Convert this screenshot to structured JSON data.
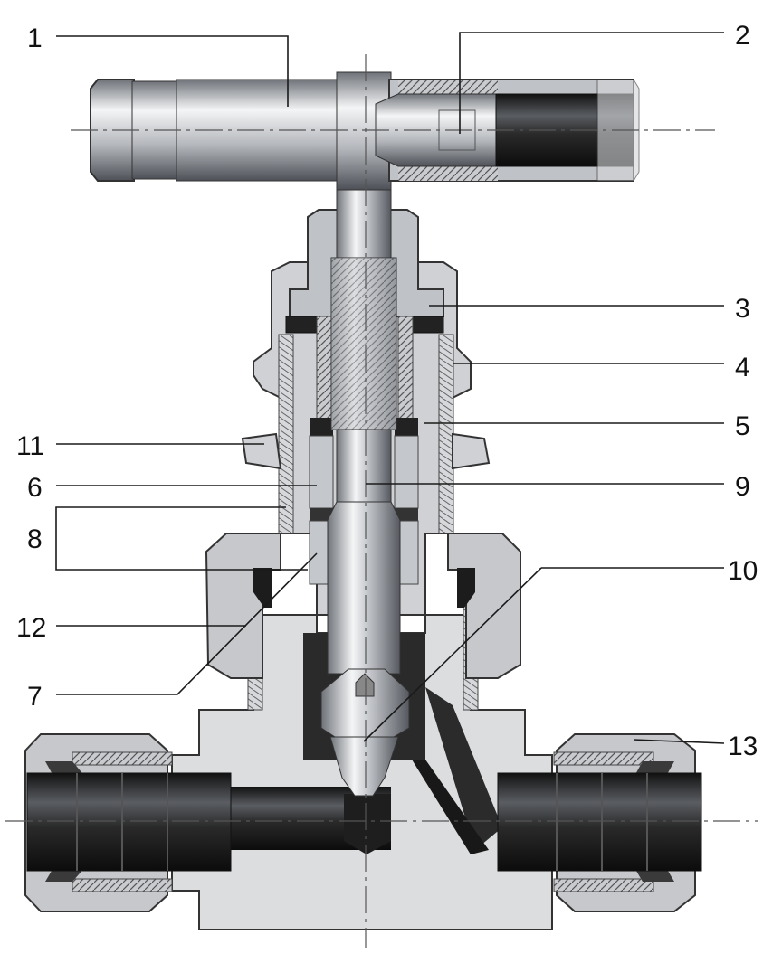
{
  "labels": {
    "p1": "1",
    "p2": "2",
    "p3": "3",
    "p4": "4",
    "p5": "5",
    "p6": "6",
    "p7": "7",
    "p8": "8",
    "p9": "9",
    "p10": "10",
    "p11": "11",
    "p12": "12",
    "p13": "13"
  },
  "colors": {
    "body": "#dcdddf",
    "steel_dark": "#2b2b2b",
    "steel_mid": "#9a9da3",
    "steel_light": "#eef0f2",
    "outline": "#333333"
  }
}
